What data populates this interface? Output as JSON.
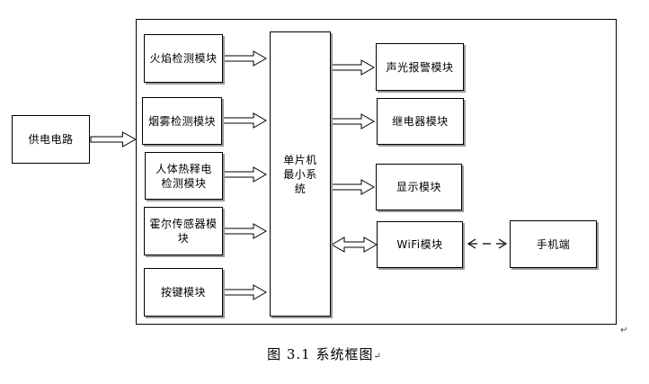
{
  "diagram": {
    "power": "供电电路",
    "inputs": [
      "火焰检测模块",
      "烟雾检测模块",
      "人体热释电检测模块",
      "霍尔传感器模块",
      "按键模块"
    ],
    "mcu": "单片机最小系统",
    "outputs": [
      "声光报警模块",
      "继电器模块",
      "显示模块",
      "WiFi模块"
    ],
    "phone": "手机端"
  },
  "caption": "图 3.1 系统框图"
}
